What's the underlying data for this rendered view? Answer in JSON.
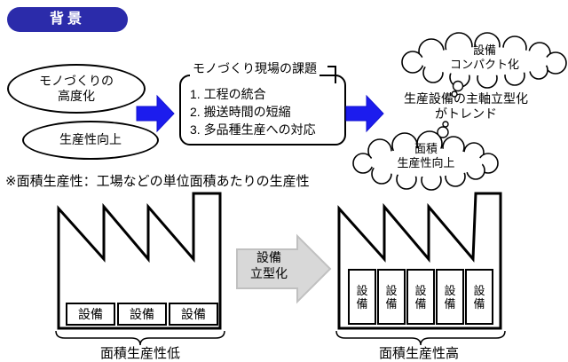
{
  "title": "背景",
  "colors": {
    "title_bg": "#2b2baa",
    "arrow_blue": "#1c1cee",
    "arrow_gray_fill": "#d8d8d8",
    "arrow_gray_stroke": "#c0c0c0",
    "outline": "#000000"
  },
  "flow": {
    "ellipse1": "モノづくりの\n高度化",
    "ellipse2": "生産性向上"
  },
  "challenges_box": {
    "title": "モノづくり現場の課題",
    "items": [
      "1. 工程の統合",
      "2. 搬送時間の短縮",
      "3. 多品種生産への対応"
    ]
  },
  "trend_text": "生産設備の主軸立型化\nがトレンド",
  "cloud_top": "設備\nコンパクト化",
  "cloud_bottom": "面積\n生産性向上",
  "footnote": "※面積生産性：工場などの単位面積あたりの生産性",
  "gray_arrow_label": "設備\n立型化",
  "factories": {
    "left": {
      "equipment_label": "設備",
      "caption": "面積生産性低"
    },
    "right": {
      "equipment_label": "設\n備",
      "caption": "面積生産性高"
    }
  }
}
